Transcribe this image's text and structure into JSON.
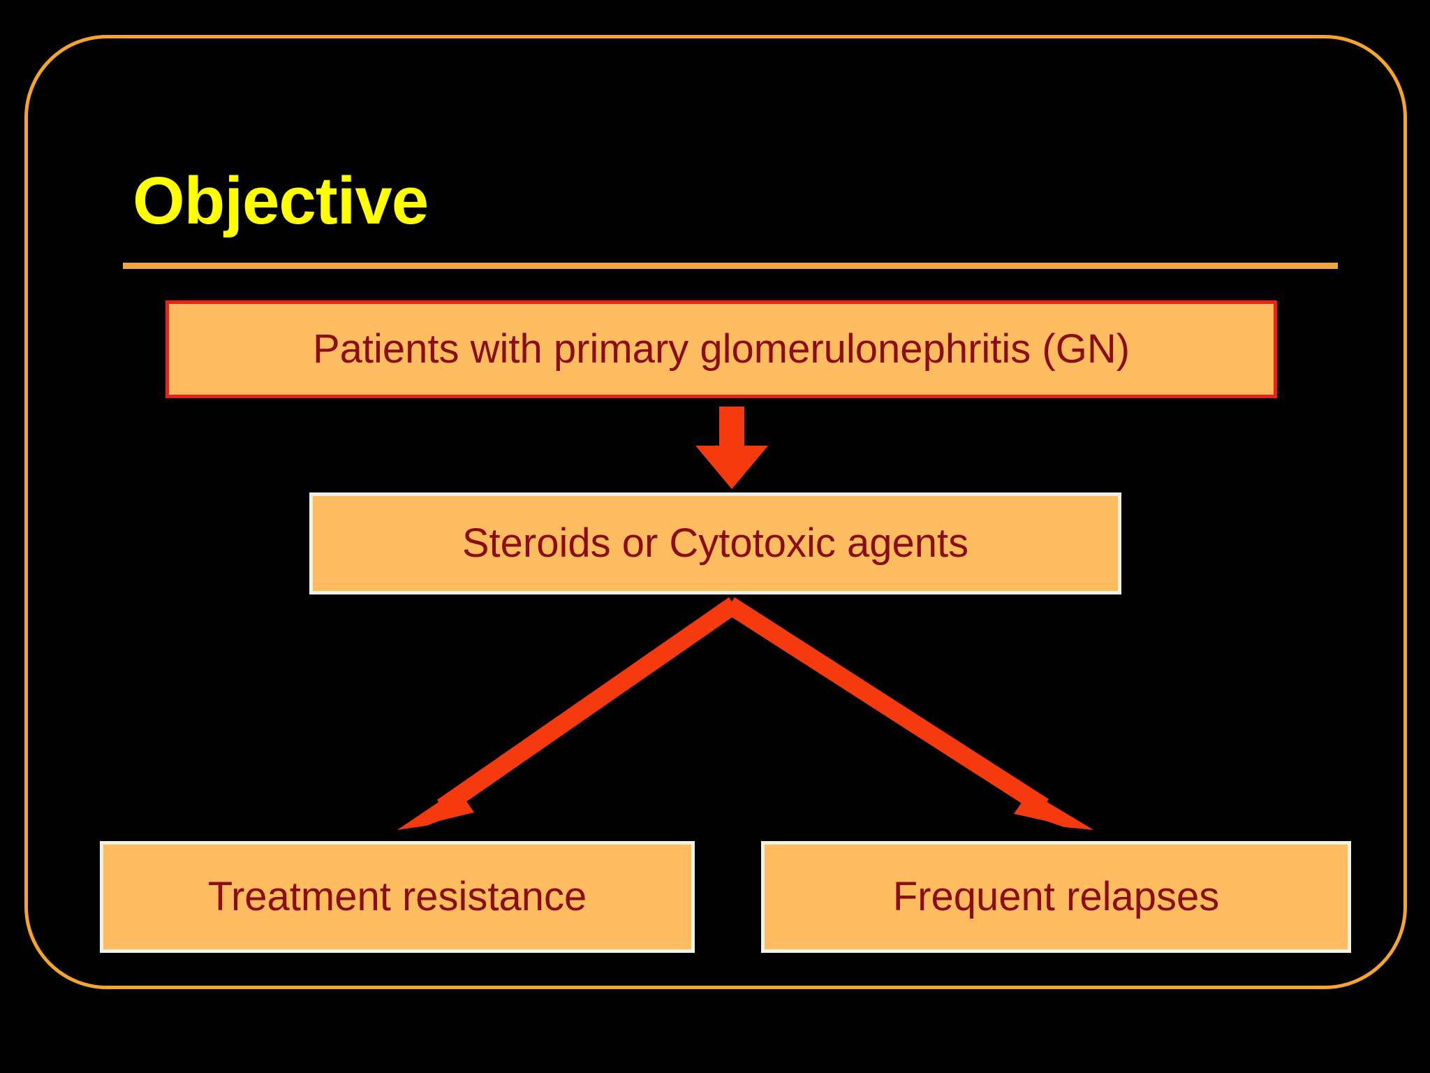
{
  "slide": {
    "title": "Objective",
    "background_color": "#000000",
    "frame_color": "#F5A52B",
    "title_color": "#FFFF00",
    "rule_color": "#F0A63A"
  },
  "diagram": {
    "box_fill_color": "#FCBC5F",
    "box_text_color": "#8B0D12",
    "arrow_color": "#F63A10",
    "nodes": [
      {
        "id": "patients",
        "label": "Patients with primary glomerulonephritis (GN)",
        "border_color": "#EE2016"
      },
      {
        "id": "treatment-agents",
        "label": "Steroids or Cytotoxic agents",
        "border_color": "#F0EFE0"
      },
      {
        "id": "treatment-resistance",
        "label": "Treatment resistance",
        "border_color": "#F2F1E2"
      },
      {
        "id": "frequent-relapses",
        "label": "Frequent relapses",
        "border_color": "#F2F1E2"
      }
    ],
    "edges": [
      {
        "from": "patients",
        "to": "treatment-agents",
        "direction": "down"
      },
      {
        "from": "treatment-agents",
        "to": "treatment-resistance",
        "direction": "down-left"
      },
      {
        "from": "treatment-agents",
        "to": "frequent-relapses",
        "direction": "down-right"
      }
    ]
  }
}
